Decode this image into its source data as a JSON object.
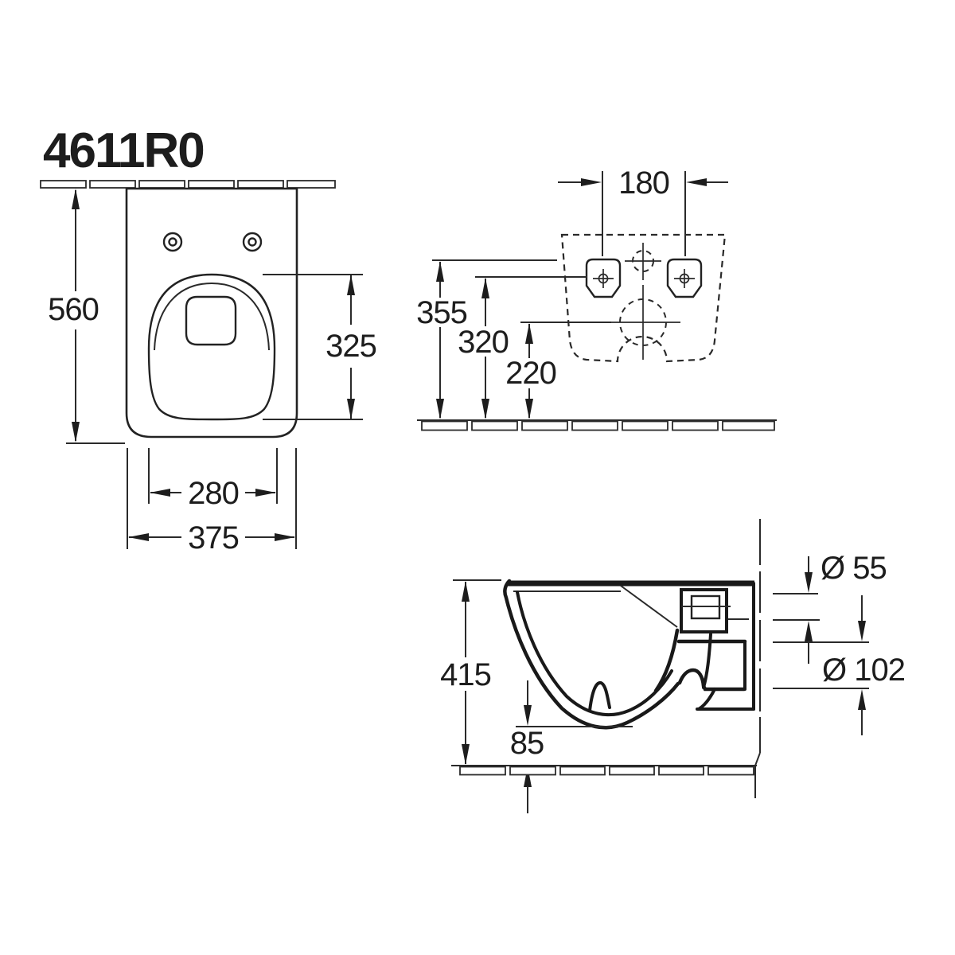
{
  "title": "4611R0",
  "colors": {
    "ink": "#1d1d1d",
    "paper": "#ffffff"
  },
  "views": {
    "top": {
      "dims": {
        "overall_depth": "560",
        "bowl_opening_depth": "325",
        "bowl_opening_width": "280",
        "overall_width": "375"
      }
    },
    "rear": {
      "dims": {
        "fixing_hole_spacing": "180",
        "water_inlet_height": "355",
        "fixing_hole_height": "320",
        "outlet_height": "220"
      }
    },
    "side": {
      "dims": {
        "overall_height": "415",
        "underside_clearance": "85",
        "inlet_diameter": "Ø 55",
        "outlet_diameter": "Ø 102"
      }
    }
  }
}
